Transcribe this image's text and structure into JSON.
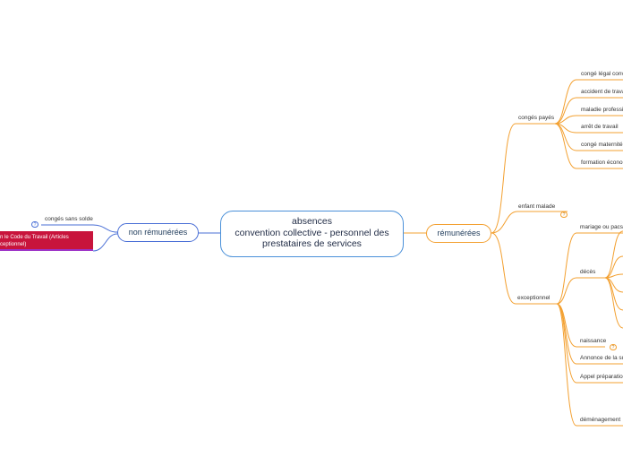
{
  "central": {
    "line1": "absences",
    "line2": "convention collective - personnel des",
    "line3": "prestataires de services"
  },
  "left": {
    "label": "non rémunérées",
    "leaf1": "congés sans solde",
    "leaf1_badge": "?",
    "red_line1": "n le Code du Travail (Articles",
    "red_line2": "ceptionnel)"
  },
  "right": {
    "label": "rémunérées",
    "conges_payes": {
      "label": "congés payés",
      "items": [
        "congé légal conv",
        "accident de trava",
        "maladie professi",
        "arrêt de travail",
        "congé maternité",
        "formation écono"
      ]
    },
    "enfant_malade": {
      "label": "enfant malade",
      "badge": "?"
    },
    "exceptionnel": {
      "label": "exceptionnel",
      "items": {
        "mariage": "mariage ou pacs",
        "deces": "décès",
        "naissance": "naissance",
        "naissance_badge": "?",
        "annonce": "Annonce de la su",
        "appel": "Appel préparatio",
        "demenagement": "déménagement"
      }
    }
  },
  "colors": {
    "left_branch": "#4a6fd6",
    "right_branch": "#f3a030",
    "central_border": "#4a90d9",
    "red_box": "#c8143c"
  }
}
